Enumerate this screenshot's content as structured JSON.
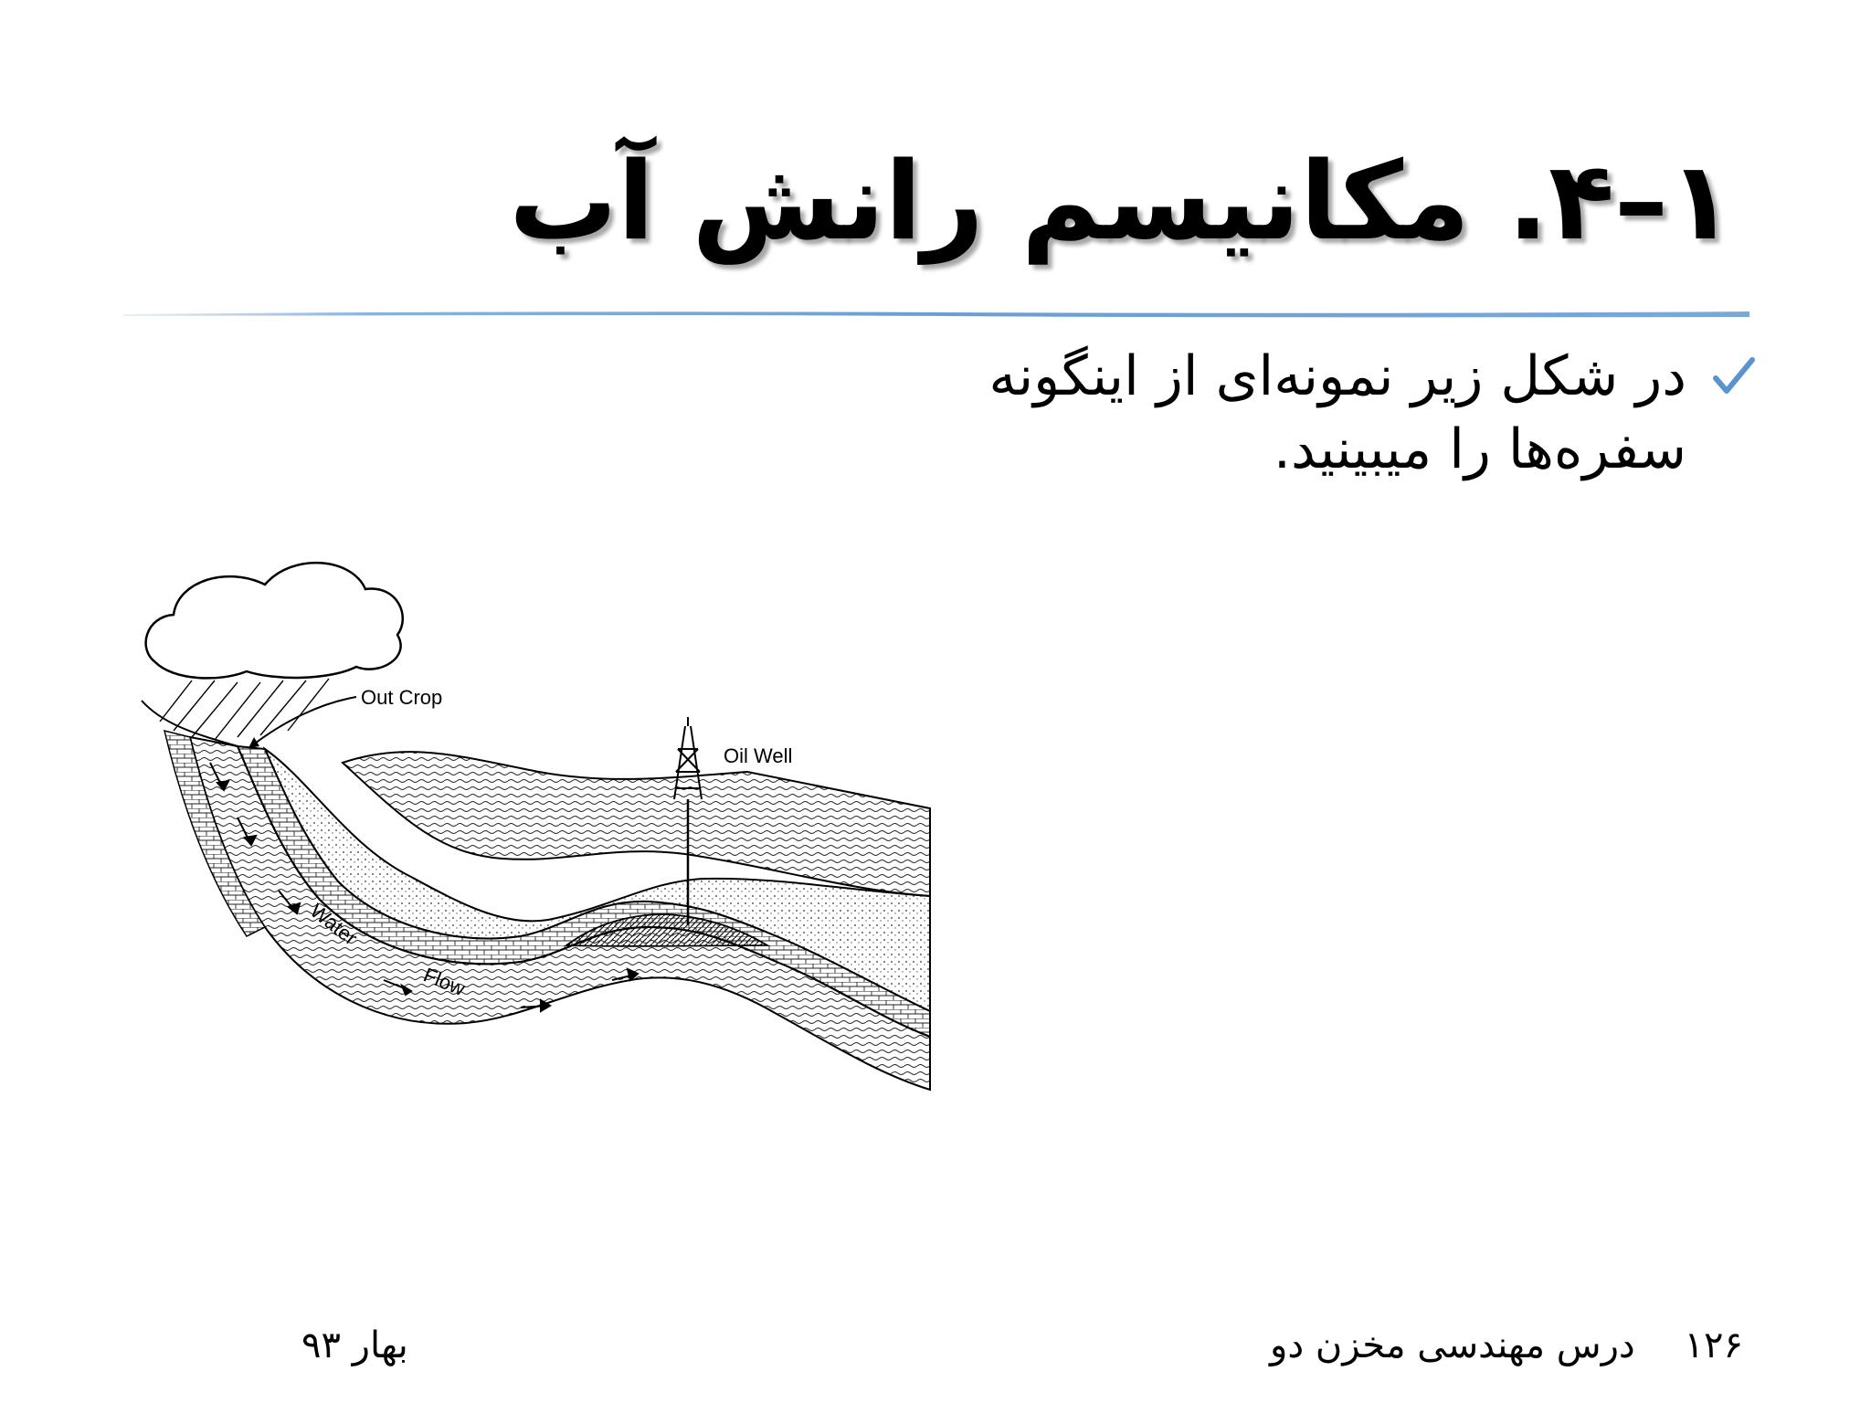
{
  "slide": {
    "title": "۱–۴. مکانیسم رانش آب",
    "bullet": "در شکل زیر نمونه‌ای از اینگونه سفره‌ها را میبینید."
  },
  "diagram": {
    "label_outcrop": "Out Crop",
    "label_oil_well": "Oil Well",
    "label_water": "Water",
    "label_flow": "Flow"
  },
  "footer": {
    "season": "بهار ۹۳",
    "course": "درس مهندسی مخزن دو",
    "page_number": "۱۲۶"
  },
  "colors": {
    "accent_rule": "#6a9fd4",
    "check": "#5b93cf"
  },
  "icons": [
    "check-icon",
    "cloud-icon",
    "rain-icon",
    "oil-derrick-icon"
  ]
}
